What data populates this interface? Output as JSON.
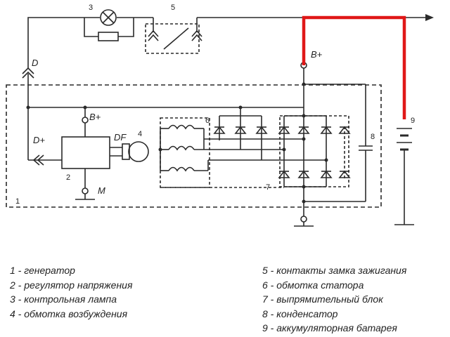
{
  "labels": {
    "generator_num": "1",
    "regulator_num": "2",
    "lamp_num": "3",
    "excitation_num": "4",
    "ignition_num": "5",
    "stator_num": "6",
    "rectifier_num": "7",
    "capacitor_num": "8",
    "battery_num": "9",
    "terminal_d": "D",
    "terminal_d_plus": "D+",
    "terminal_b_plus_reg": "B+",
    "terminal_df": "DF",
    "terminal_m": "M",
    "terminal_b_plus_out": "B+"
  },
  "colors": {
    "line": "#2a2a2a",
    "highlight": "#e01818"
  },
  "legend": {
    "left": [
      "1 - генератор",
      "2 - регулятор напряжения",
      "3 - контрольная лампа",
      "4 - обмотка возбуждения"
    ],
    "right": [
      "5 - контакты замка зажигания",
      "6 - обмотка статора",
      "7 - выпрямительный блок",
      "8 - конденсатор",
      "9 - аккумуляторная батарея"
    ]
  }
}
